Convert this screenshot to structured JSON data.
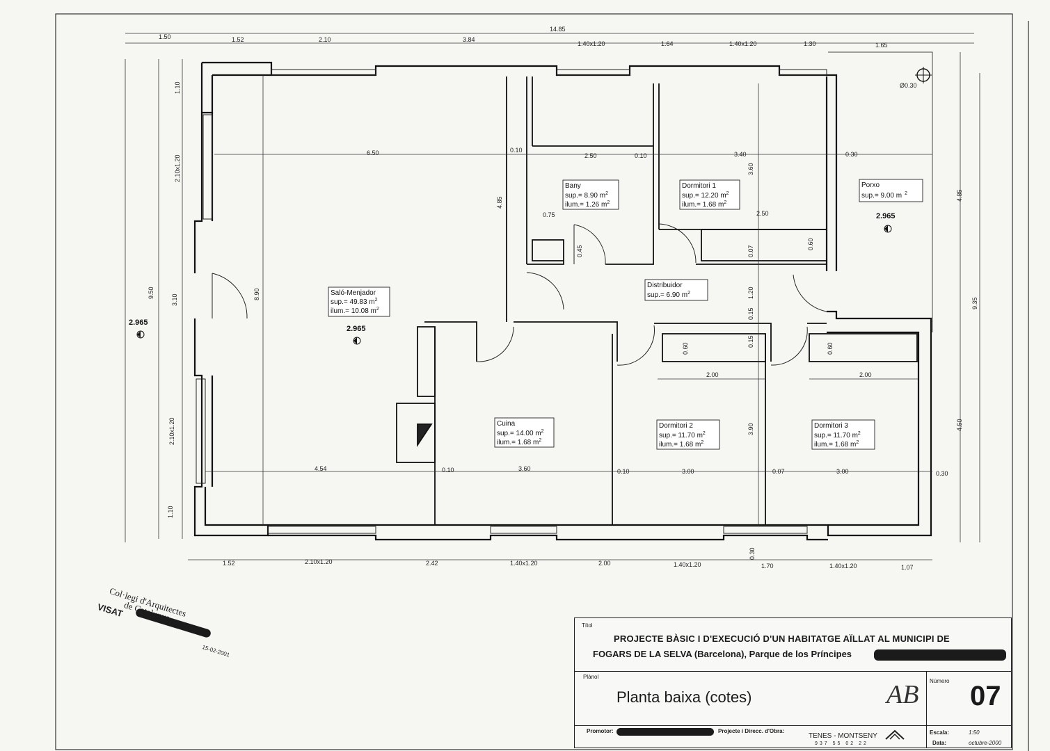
{
  "plan": {
    "overall_width": "14.85",
    "top_dims_outer": [
      "1.50",
      "1.52",
      "2.10",
      "3.84",
      "1.40x1.20",
      "1.64",
      "1.40x1.20",
      "1.30",
      "1.65"
    ],
    "bottom_dims": [
      "1.52",
      "2.10x1.20",
      "2.42",
      "1.40x1.20",
      "2.00",
      "1.40x1.20",
      "1.70",
      "1.40x1.20",
      "1.07"
    ],
    "left_dims": [
      "1.10",
      "2.10x1.20",
      "3.10",
      "2.10x1.20",
      "1.10"
    ],
    "left_total_outer": "9.50",
    "left_inner": "8.90",
    "right_dims": [
      "4.85",
      "4.50"
    ],
    "right_total": "9.35",
    "interior_dims": {
      "salo_width": "6.50",
      "wall1": "0.10",
      "bany_width": "2.50",
      "wall2": "0.10",
      "dorm1_width": "3.40",
      "wall3": "0.30",
      "hall_height": "4.85",
      "dorm1_height": "3.60",
      "wardrobe": "2.50",
      "bany_075": "0.75",
      "bany_045": "0.45",
      "d007": "0.07",
      "d060a": "0.60",
      "d015a": "0.15",
      "d120": "1.20",
      "d015b": "0.15",
      "d060b": "0.60",
      "d060c": "0.60",
      "d200a": "2.00",
      "d200b": "2.00",
      "d390": "3.90",
      "d454": "4.54",
      "d010a": "0.10",
      "d360": "3.60",
      "d010b": "0.10",
      "d300a": "3.00",
      "d007b": "0.07",
      "d300b": "3.00",
      "d030r": "0.30",
      "d030b": "0.30"
    },
    "column": "Ø0.30",
    "levels": [
      "2.965",
      "2.965",
      "2.965"
    ],
    "rooms": [
      {
        "name": "Saló-Menjador",
        "sup": "sup.= 49.83 m",
        "ilum": "ilum.= 10.08 m"
      },
      {
        "name": "Bany",
        "sup": "sup.= 8.90 m",
        "ilum": "ilum.= 1.26 m"
      },
      {
        "name": "Dormitori 1",
        "sup": "sup.= 12.20 m",
        "ilum": "ilum.= 1.68 m"
      },
      {
        "name": "Porxo",
        "sup": "sup.= 9.00 m",
        "ilum": ""
      },
      {
        "name": "Distribuidor",
        "sup": "sup.= 6.90 m",
        "ilum": ""
      },
      {
        "name": "Cuina",
        "sup": "sup.= 14.00 m",
        "ilum": "ilum.= 1.68 m"
      },
      {
        "name": "Dormitori 2",
        "sup": "sup.= 11.70 m",
        "ilum": "ilum.= 1.68 m"
      },
      {
        "name": "Dormitori 3",
        "sup": "sup.= 11.70 m",
        "ilum": "ilum.= 1.68 m"
      }
    ],
    "sq": "2"
  },
  "stamp": {
    "line1": "Col·legi d'Arquitectes",
    "line2": "de Catalunya",
    "visat": "VISAT",
    "date": "15-02-2001"
  },
  "titleblock": {
    "titol_label": "Títol",
    "title_line1": "PROJECTE BÀSIC I D'EXECUCIÓ D'UN HABITATGE AÏLLAT AL MUNICIPI DE",
    "title_line2": "FOGARS DE LA SELVA (Barcelona), Parque de los Príncipes",
    "planol_label": "Plànol",
    "plan_name": "Planta baixa (cotes)",
    "numero_label": "Número",
    "numero": "07",
    "promotor_label": "Promotor:",
    "projecte_label": "Projecte i Direcc. d'Obra:",
    "firm": "TENES - MONTSENY",
    "firm_phone": "937 55 02 22",
    "escala_label": "Escala:",
    "escala": "1:50",
    "data_label": "Data:",
    "data": "octubre-2000"
  }
}
